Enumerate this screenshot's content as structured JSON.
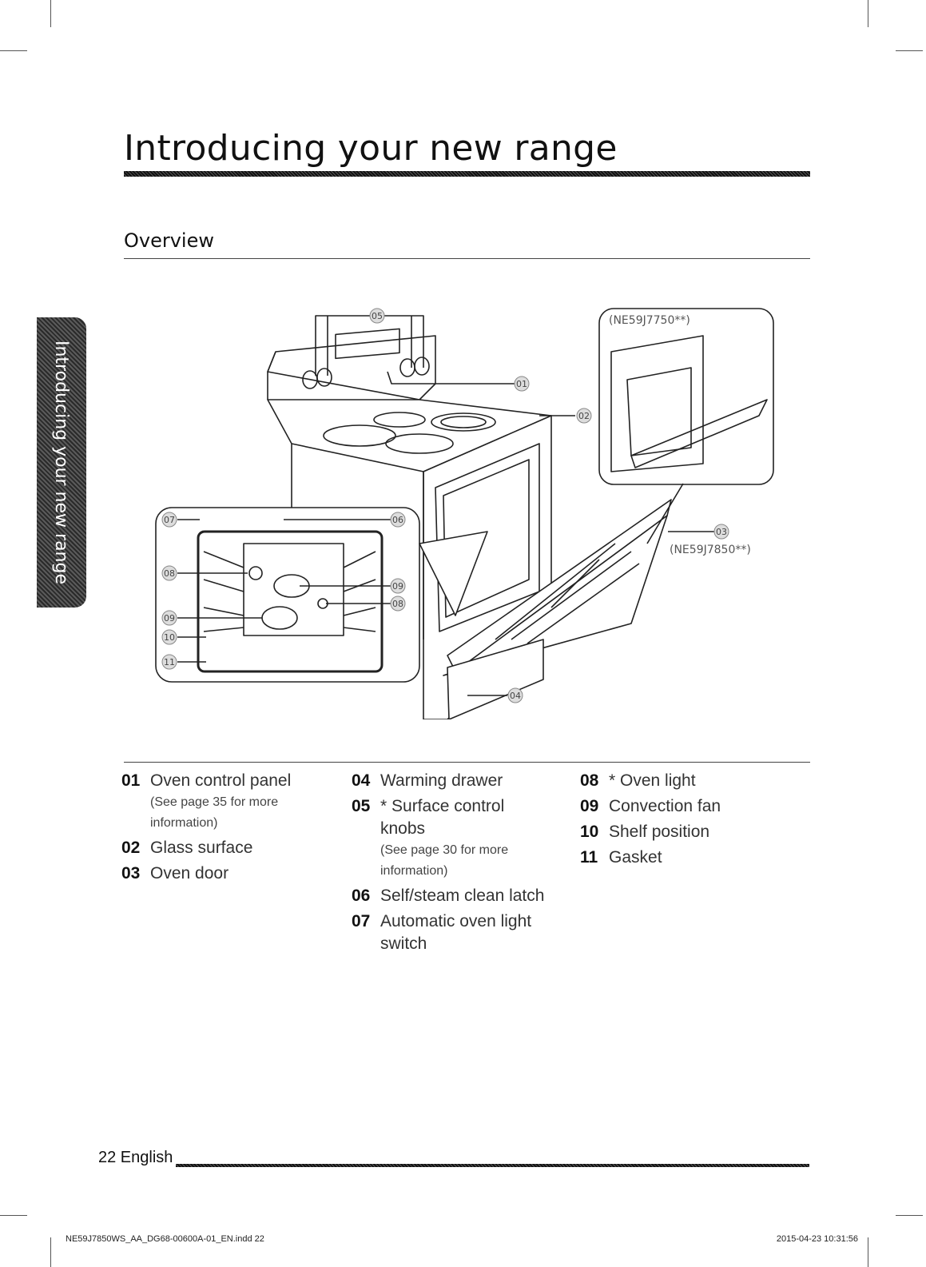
{
  "page": {
    "title": "Introducing your new range",
    "section_title": "Overview",
    "side_tab": "Introducing your new range"
  },
  "diagram": {
    "callouts": [
      "01",
      "02",
      "03",
      "04",
      "05",
      "06",
      "07",
      "08",
      "09",
      "10",
      "11"
    ],
    "model_a": "(NE59J7750**)",
    "model_b": "(NE59J7850**)"
  },
  "legend": {
    "col1": [
      {
        "num": "01",
        "text": "Oven control panel",
        "note": "(See page 35 for more information)"
      },
      {
        "num": "02",
        "text": "Glass surface",
        "note": ""
      },
      {
        "num": "03",
        "text": "Oven door",
        "note": ""
      }
    ],
    "col2": [
      {
        "num": "04",
        "text": "Warming drawer",
        "note": ""
      },
      {
        "num": "05",
        "text": "* Surface control knobs",
        "note": "(See page 30 for more information)"
      },
      {
        "num": "06",
        "text": "Self/steam clean latch",
        "note": ""
      },
      {
        "num": "07",
        "text": "Automatic oven light switch",
        "note": ""
      }
    ],
    "col3": [
      {
        "num": "08",
        "text": "* Oven light",
        "note": ""
      },
      {
        "num": "09",
        "text": "Convection fan",
        "note": ""
      },
      {
        "num": "10",
        "text": "Shelf position",
        "note": ""
      },
      {
        "num": "11",
        "text": "Gasket",
        "note": ""
      }
    ]
  },
  "footer": {
    "page_label": "22 English",
    "slug_left": "NE59J7850WS_AA_DG68-00600A-01_EN.indd   22",
    "slug_right": "2015-04-23   10:31:56"
  }
}
